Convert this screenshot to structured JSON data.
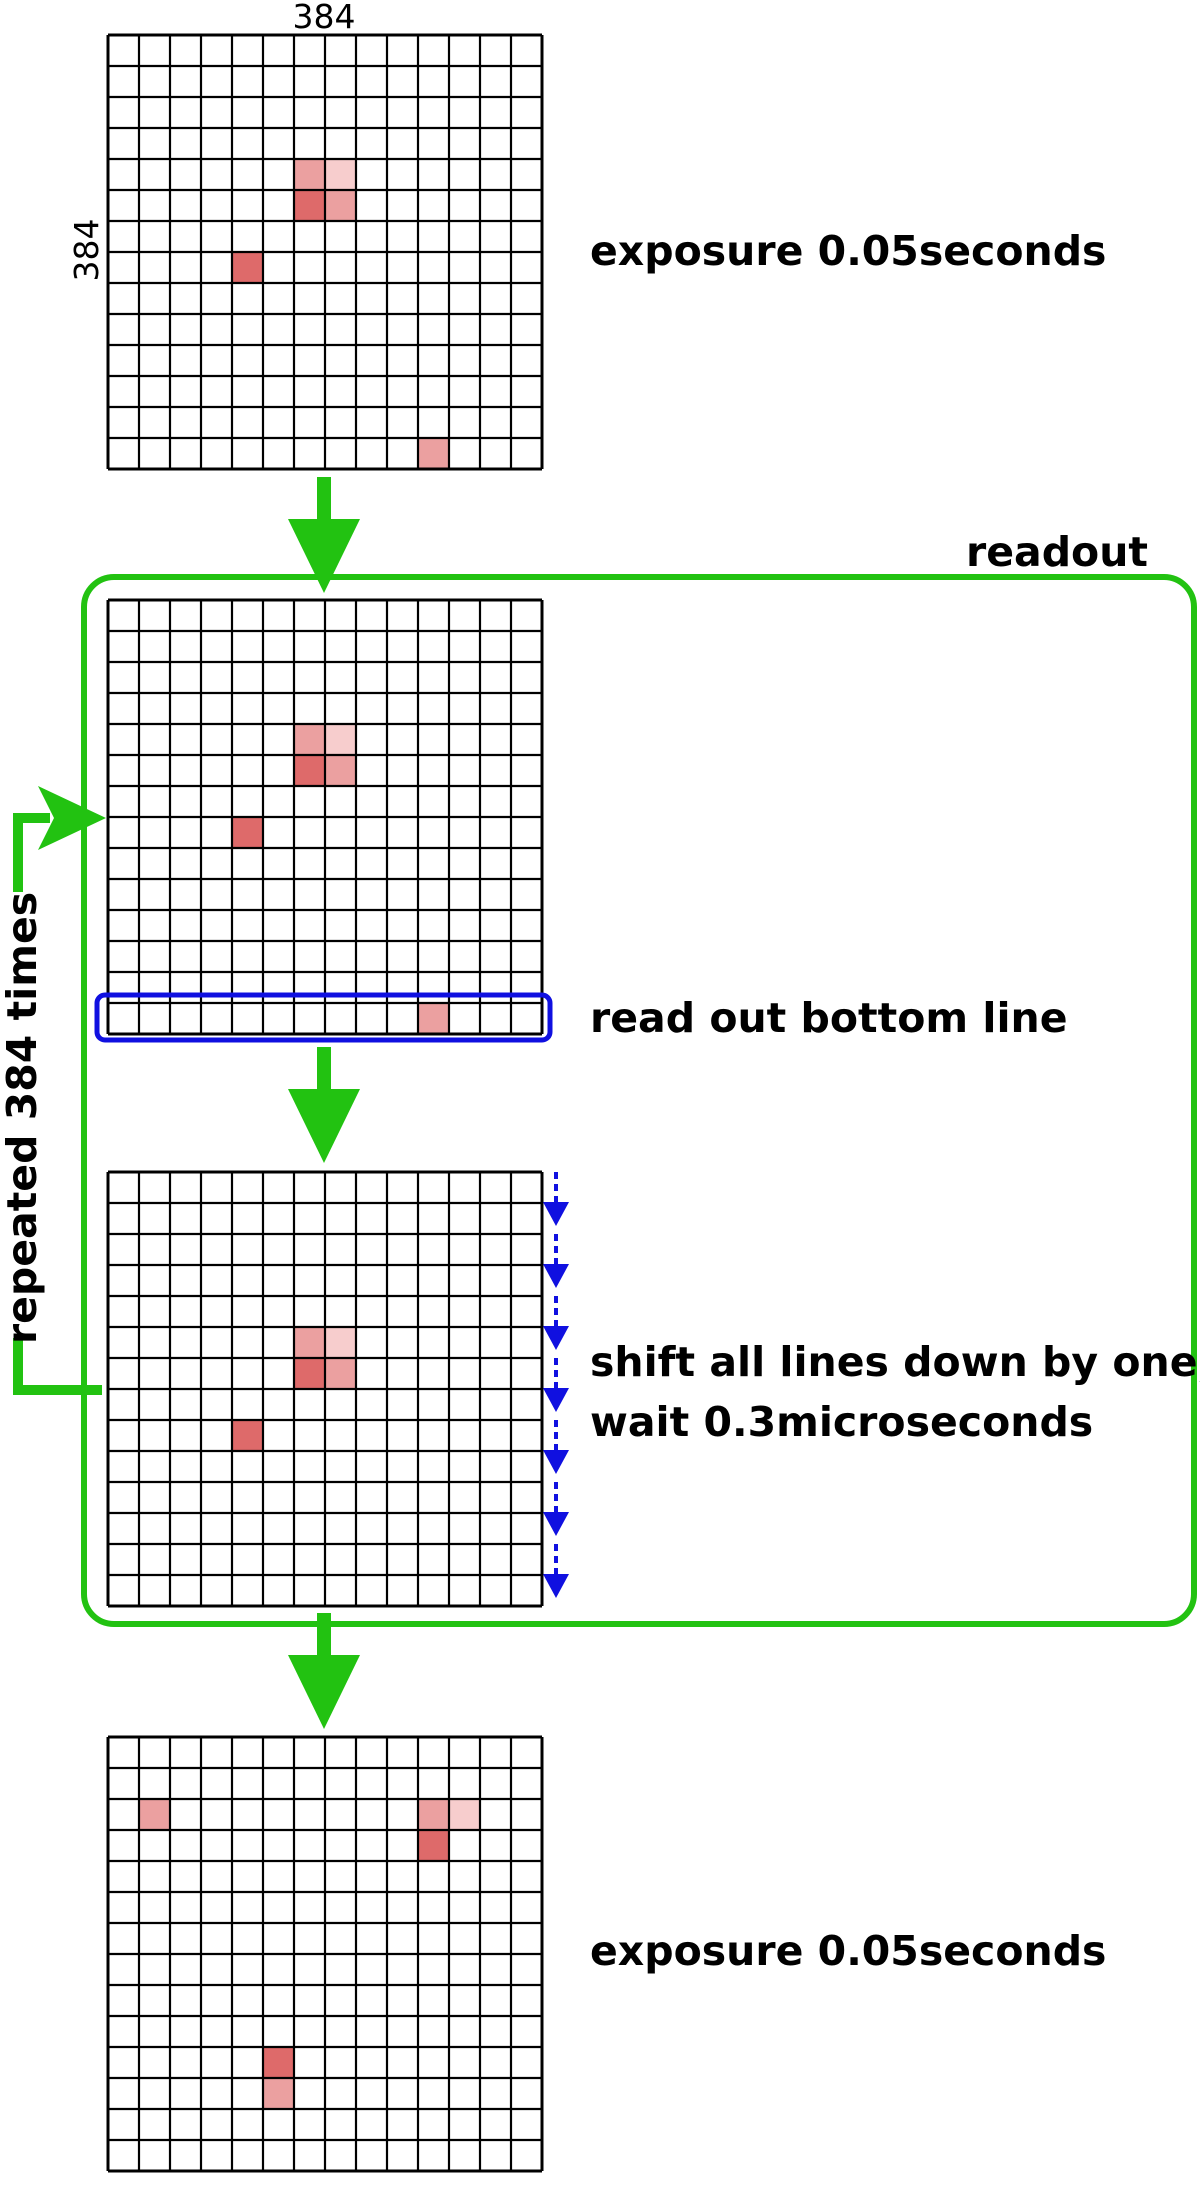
{
  "grid": {
    "rows": 14,
    "cols": 14
  },
  "axis": {
    "top_label": "384",
    "side_label": "384"
  },
  "colors": {
    "grid_line": "#000000",
    "flow_arrow": "#22c211",
    "readout_box": "#22c211",
    "highlight_box": "#1010e0",
    "shift_arrow": "#1010e0",
    "cell_dark": "#de6a6a",
    "cell_mid": "#eba0a0",
    "cell_light": "#f7cdcd"
  },
  "texts": {
    "exposure_top": "exposure 0.05seconds",
    "readout": "readout",
    "read_bottom": "read out bottom line",
    "shift_line1": "shift all lines down by one,",
    "shift_line2": "wait 0.3microseconds",
    "repeated": "repeated 384 times",
    "exposure_bottom": "exposure 0.05seconds"
  },
  "grids": [
    {
      "name": "grid-exposure-1",
      "cells": [
        [
          4,
          6,
          "cell_mid"
        ],
        [
          4,
          7,
          "cell_light"
        ],
        [
          5,
          6,
          "cell_dark"
        ],
        [
          5,
          7,
          "cell_mid"
        ],
        [
          7,
          4,
          "cell_dark"
        ],
        [
          13,
          10,
          "cell_mid"
        ]
      ]
    },
    {
      "name": "grid-readout",
      "cells": [
        [
          4,
          6,
          "cell_mid"
        ],
        [
          4,
          7,
          "cell_light"
        ],
        [
          5,
          6,
          "cell_dark"
        ],
        [
          5,
          7,
          "cell_mid"
        ],
        [
          7,
          4,
          "cell_dark"
        ],
        [
          13,
          10,
          "cell_mid"
        ]
      ]
    },
    {
      "name": "grid-shifted",
      "cells": [
        [
          5,
          6,
          "cell_mid"
        ],
        [
          5,
          7,
          "cell_light"
        ],
        [
          6,
          6,
          "cell_dark"
        ],
        [
          6,
          7,
          "cell_mid"
        ],
        [
          8,
          4,
          "cell_dark"
        ]
      ]
    },
    {
      "name": "grid-exposure-2",
      "cells": [
        [
          2,
          1,
          "cell_mid"
        ],
        [
          2,
          10,
          "cell_mid"
        ],
        [
          2,
          11,
          "cell_light"
        ],
        [
          3,
          10,
          "cell_dark"
        ],
        [
          10,
          5,
          "cell_dark"
        ],
        [
          11,
          5,
          "cell_mid"
        ]
      ]
    }
  ]
}
